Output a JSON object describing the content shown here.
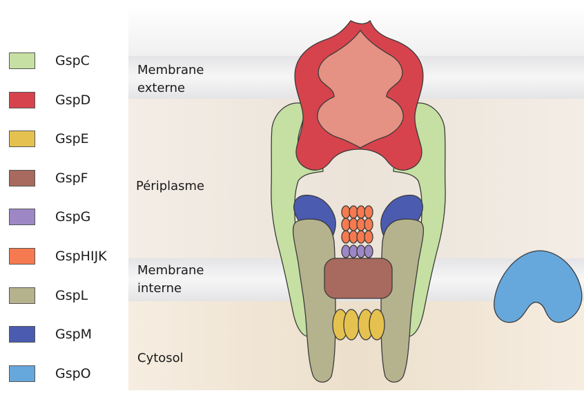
{
  "legend": [
    {
      "label": "GspC",
      "color": "#c5e0a2"
    },
    {
      "label": "GspD",
      "color": "#d7434c"
    },
    {
      "label": "GspE",
      "color": "#e5c24f"
    },
    {
      "label": "GspF",
      "color": "#a8695e"
    },
    {
      "label": "GspG",
      "color": "#9d87c5"
    },
    {
      "label": "GspHIJK",
      "color": "#f67a50"
    },
    {
      "label": "GspL",
      "color": "#b5b28e"
    },
    {
      "label": "GspM",
      "color": "#4a5bb0"
    },
    {
      "label": "GspO",
      "color": "#67a8dc"
    }
  ],
  "layers": {
    "outer_membrane": [
      "Membrane",
      "externe"
    ],
    "periplasm": "Périplasme",
    "inner_membrane": [
      "Membrane",
      "interne"
    ],
    "cytosol": "Cytosol"
  }
}
